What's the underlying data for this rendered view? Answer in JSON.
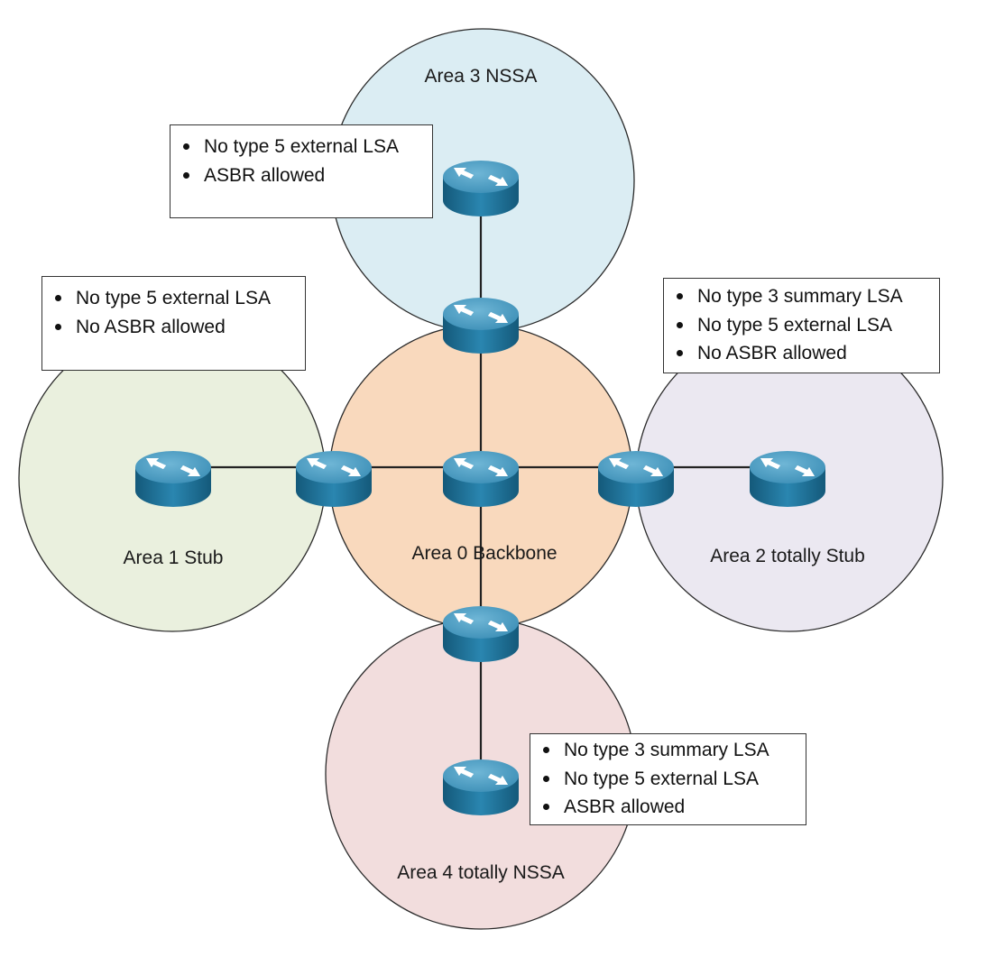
{
  "areas": [
    {
      "id": "area0",
      "label": "Area 0 Backbone",
      "color": "#f9d9bd"
    },
    {
      "id": "area1",
      "label": "Area 1 Stub",
      "color": "#eaf0de"
    },
    {
      "id": "area2",
      "label": "Area 2 totally Stub",
      "color": "#ebe8f1"
    },
    {
      "id": "area3",
      "label": "Area 3 NSSA",
      "color": "#dbedf3"
    },
    {
      "id": "area4",
      "label": "Area 4 totally NSSA",
      "color": "#f2dddd"
    }
  ],
  "notes": {
    "area3": [
      "No type 5 external LSA",
      "ASBR allowed"
    ],
    "area1": [
      "No type 5 external LSA",
      "No ASBR allowed"
    ],
    "area2": [
      "No type 3 summary LSA",
      "No type 5 external LSA",
      "No ASBR allowed"
    ],
    "area4": [
      "No type 3 summary LSA",
      "No type 5 external LSA",
      "ASBR allowed"
    ]
  },
  "router_icon": "router-icon",
  "colors": {
    "router_body": "#1f6e93",
    "router_top": "#4a9bc0",
    "link": "#222222",
    "circle_stroke": "#2a2a2a"
  }
}
